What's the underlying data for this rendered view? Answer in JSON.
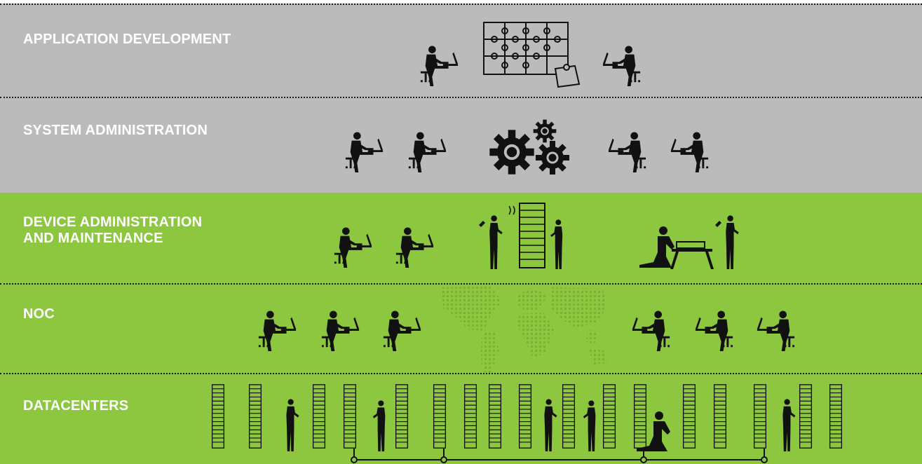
{
  "layers": [
    {
      "id": "application-development",
      "label": "APPLICATION DEVELOPMENT",
      "color": "#bcbbbb",
      "icons": [
        "worker-at-desk-icon",
        "puzzle-icon",
        "worker-at-desk-icon"
      ]
    },
    {
      "id": "system-administration",
      "label": "SYSTEM ADMINISTRATION",
      "color": "#bcbbbb",
      "icons": [
        "worker-at-desk-icon",
        "worker-at-desk-icon",
        "gears-icon",
        "worker-at-desk-icon",
        "worker-at-desk-icon"
      ]
    },
    {
      "id": "device-administration",
      "label_line1": "DEVICE ADMINISTRATION",
      "label_line2": "AND MAINTENANCE",
      "color": "#8dc63f",
      "icons": [
        "worker-at-desk-icon",
        "worker-at-desk-icon",
        "technicians-at-server-rack-icon",
        "technicians-at-workbench-icon"
      ]
    },
    {
      "id": "noc",
      "label": "NOC",
      "color": "#8dc63f",
      "icons": [
        "worker-at-desk-icon",
        "world-map-icon"
      ]
    },
    {
      "id": "datacenters",
      "label": "DATACENTERS",
      "color": "#8dc63f",
      "icons": [
        "server-rack-icon",
        "technician-icon",
        "network-link-icon"
      ]
    }
  ],
  "colors": {
    "gray_band": "#bcbbbb",
    "green_band": "#8dc63f",
    "ink": "#111111",
    "label": "#ffffff"
  }
}
